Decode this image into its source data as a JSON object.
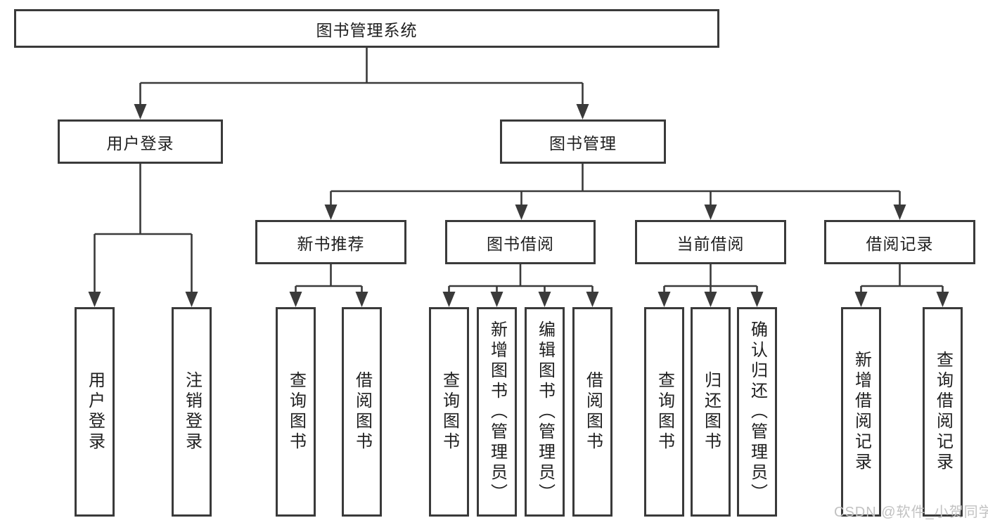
{
  "diagram": {
    "root": {
      "label": "图书管理系统"
    },
    "level2": [
      {
        "label": "用户登录"
      },
      {
        "label": "图书管理"
      }
    ],
    "level3": [
      {
        "label": "新书推荐"
      },
      {
        "label": "图书借阅"
      },
      {
        "label": "当前借阅"
      },
      {
        "label": "借阅记录"
      }
    ],
    "leaves": {
      "user_login": [
        "用户登录",
        "注销登录"
      ],
      "new_book_recommend": [
        "查询图书",
        "借阅图书"
      ],
      "book_borrow": [
        "查询图书",
        "新增图书（管理员）",
        "编辑图书（管理员）",
        "借阅图书"
      ],
      "current_borrow": [
        "查询图书",
        "归还图书",
        "确认归还（管理员）"
      ],
      "borrow_record": [
        "新增借阅记录",
        "查询借阅记录"
      ]
    }
  },
  "watermark": "CSDN @软件_小贺同学",
  "colors": {
    "line": "#3a3a3a",
    "text": "#1f1f1f",
    "watermark": "#c2c2c2",
    "background": "#ffffff"
  }
}
